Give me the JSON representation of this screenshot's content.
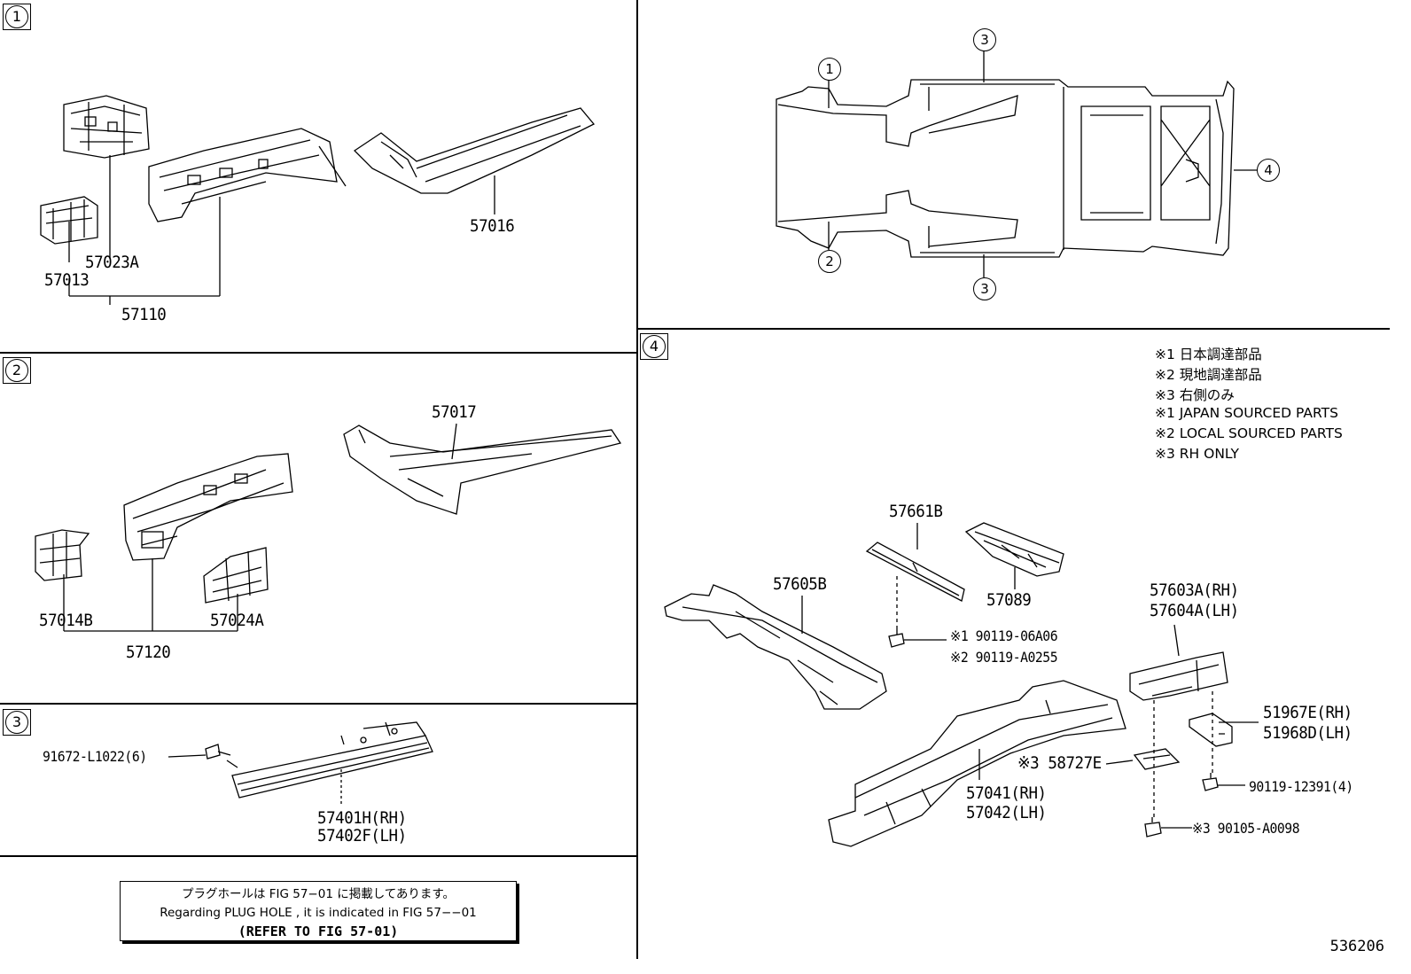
{
  "sections": {
    "s1": {
      "label": "1",
      "parts": {
        "p57023A": "57023A",
        "p57013": "57013",
        "p57110": "57110",
        "p57016": "57016"
      }
    },
    "s2": {
      "label": "2",
      "parts": {
        "p57017": "57017",
        "p57014B": "57014B",
        "p57120": "57120",
        "p57024A": "57024A"
      }
    },
    "s3": {
      "label": "3",
      "parts": {
        "bolt": "91672-L1022(6)",
        "rh": "57401H(RH)",
        "lh": "57402F(LH)"
      }
    },
    "s4": {
      "label": "4",
      "parts": {
        "p57661B": "57661B",
        "p57089": "57089",
        "p57605B": "57605B",
        "p57603A": "57603A(RH)",
        "p57604A": "57604A(LH)",
        "b1": "※1 90119-06A06",
        "b2": "※2 90119-A0255",
        "p51967E": "51967E(RH)",
        "p51968D": "51968D(LH)",
        "p58727E": "※3 58727E",
        "p57041": "57041(RH)",
        "p57042": "57042(LH)",
        "b3": "90119-12391(4)",
        "b4": "※3 90105-A0098"
      }
    }
  },
  "overview": {
    "c1": "1",
    "c2": "2",
    "c3a": "3",
    "c3b": "3",
    "c4": "4"
  },
  "notes": [
    "※1 日本調達部品",
    "※2 現地調達部品",
    "※3 右側のみ",
    "※1 JAPAN SOURCED PARTS",
    "※2 LOCAL SOURCED PARTS",
    "※3 RH ONLY"
  ],
  "refbox": {
    "jp": "プラグホールは FIG 57−01 に掲載してあります。",
    "en": "Regarding  PLUG  HOLE , it is indicated in FIG  57−−01",
    "ref": "(REFER TO FIG 57-01)"
  },
  "page_number": "536206"
}
